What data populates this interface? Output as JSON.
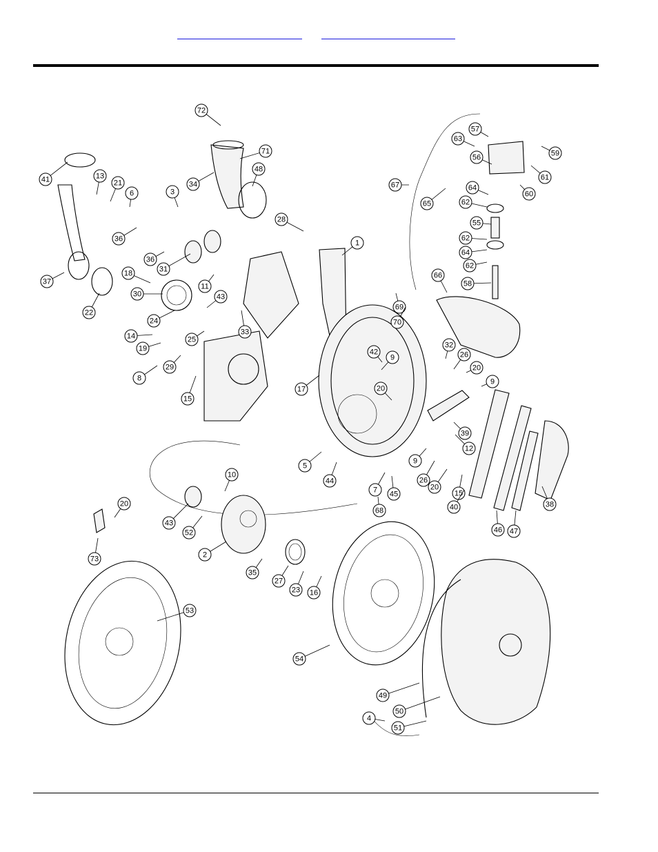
{
  "header": {
    "links": [
      {
        "label": ""
      },
      {
        "label": ""
      }
    ]
  },
  "figure": {
    "callouts": [
      {
        "n": "72"
      },
      {
        "n": "71"
      },
      {
        "n": "34"
      },
      {
        "n": "48"
      },
      {
        "n": "41"
      },
      {
        "n": "13"
      },
      {
        "n": "21"
      },
      {
        "n": "6"
      },
      {
        "n": "3"
      },
      {
        "n": "28"
      },
      {
        "n": "1"
      },
      {
        "n": "36"
      },
      {
        "n": "36"
      },
      {
        "n": "31"
      },
      {
        "n": "37"
      },
      {
        "n": "18"
      },
      {
        "n": "11"
      },
      {
        "n": "30"
      },
      {
        "n": "22"
      },
      {
        "n": "43"
      },
      {
        "n": "24"
      },
      {
        "n": "33"
      },
      {
        "n": "14"
      },
      {
        "n": "25"
      },
      {
        "n": "19"
      },
      {
        "n": "29"
      },
      {
        "n": "8"
      },
      {
        "n": "15"
      },
      {
        "n": "17"
      },
      {
        "n": "57"
      },
      {
        "n": "63"
      },
      {
        "n": "59"
      },
      {
        "n": "56"
      },
      {
        "n": "61"
      },
      {
        "n": "67"
      },
      {
        "n": "60"
      },
      {
        "n": "64"
      },
      {
        "n": "65"
      },
      {
        "n": "62"
      },
      {
        "n": "55"
      },
      {
        "n": "62"
      },
      {
        "n": "64"
      },
      {
        "n": "62"
      },
      {
        "n": "58"
      },
      {
        "n": "66"
      },
      {
        "n": "69"
      },
      {
        "n": "70"
      },
      {
        "n": "42"
      },
      {
        "n": "9"
      },
      {
        "n": "32"
      },
      {
        "n": "26"
      },
      {
        "n": "20"
      },
      {
        "n": "9"
      },
      {
        "n": "20"
      },
      {
        "n": "39"
      },
      {
        "n": "12"
      },
      {
        "n": "9"
      },
      {
        "n": "26"
      },
      {
        "n": "20"
      },
      {
        "n": "15"
      },
      {
        "n": "5"
      },
      {
        "n": "44"
      },
      {
        "n": "7"
      },
      {
        "n": "45"
      },
      {
        "n": "68"
      },
      {
        "n": "40"
      },
      {
        "n": "46"
      },
      {
        "n": "47"
      },
      {
        "n": "38"
      },
      {
        "n": "10"
      },
      {
        "n": "20"
      },
      {
        "n": "43"
      },
      {
        "n": "52"
      },
      {
        "n": "73"
      },
      {
        "n": "2"
      },
      {
        "n": "35"
      },
      {
        "n": "27"
      },
      {
        "n": "23"
      },
      {
        "n": "16"
      },
      {
        "n": "53"
      },
      {
        "n": "54"
      },
      {
        "n": "49"
      },
      {
        "n": "50"
      },
      {
        "n": "4"
      },
      {
        "n": "51"
      }
    ]
  }
}
